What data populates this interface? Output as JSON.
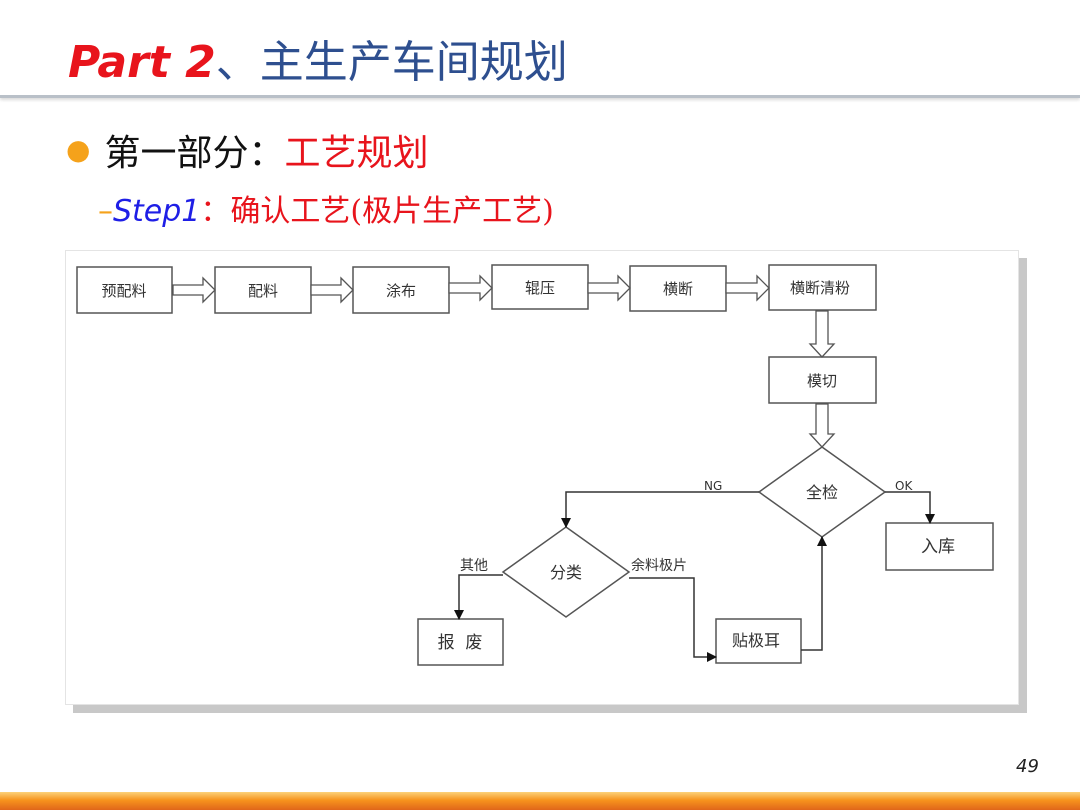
{
  "title": {
    "part": "Part 2",
    "rest": "、主生产车间规划"
  },
  "bullet": {
    "label": "第一部分：",
    "highlight": "工艺规划"
  },
  "step": {
    "dash": "–",
    "label": "Step1",
    "text": "：确认工艺(极片生产工艺)"
  },
  "flowchart": {
    "boxes": [
      "预配料",
      "配料",
      "涂布",
      "辊压",
      "横断",
      "横断清粉",
      "模切",
      "入库",
      "报  废",
      "贴极耳"
    ],
    "decisions": [
      "全检",
      "分类"
    ],
    "edge_labels": [
      "NG",
      "OK",
      "其他",
      "余料极片"
    ]
  },
  "page_number": "49",
  "colors": {
    "accent_red": "#e8141c",
    "title_blue": "#2e4f8f",
    "bullet_orange": "#f5a21b",
    "step_blue": "#1e1ee6"
  }
}
